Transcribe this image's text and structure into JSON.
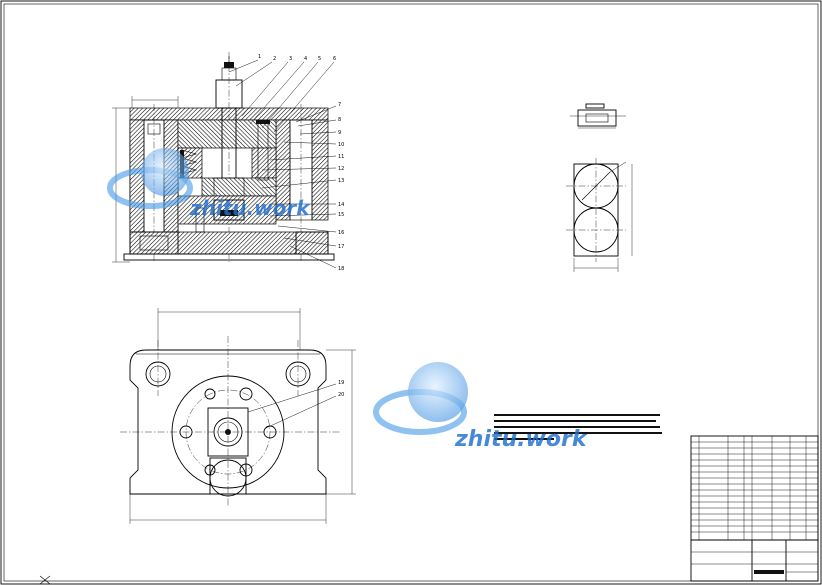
{
  "drawing": {
    "section_view": {
      "balloons": [
        "1",
        "2",
        "3",
        "4",
        "5",
        "6",
        "7",
        "8",
        "9",
        "10",
        "11",
        "12",
        "13",
        "14",
        "15",
        "16",
        "17",
        "18"
      ],
      "dimensions": [
        "",
        "",
        ""
      ]
    },
    "plan_view": {
      "balloons": [
        "19",
        "20"
      ],
      "hole_callouts": [
        "",
        "",
        ""
      ],
      "dimensions": [
        "",
        ""
      ]
    },
    "detail_views": {
      "titles": [
        "",
        ""
      ],
      "notes": [
        "",
        "",
        "",
        ""
      ]
    },
    "technical_requirements": {
      "heading": "",
      "lines": [
        "",
        "",
        "",
        ""
      ]
    }
  },
  "title_block": {
    "part_rows": [
      {
        "no": "",
        "name": "",
        "qty": "",
        "material": ""
      },
      {
        "no": "",
        "name": "",
        "qty": "",
        "material": ""
      },
      {
        "no": "",
        "name": "",
        "qty": "",
        "material": ""
      },
      {
        "no": "",
        "name": "",
        "qty": "",
        "material": ""
      },
      {
        "no": "",
        "name": "",
        "qty": "",
        "material": ""
      },
      {
        "no": "",
        "name": "",
        "qty": "",
        "material": ""
      }
    ],
    "drawing_name": "",
    "drawing_number": "",
    "scale": "",
    "sheet": ""
  },
  "watermark": {
    "cn": "",
    "en": "zhitu.work",
    "color": "#1f6fd0"
  },
  "colors": {
    "ink": "#000000",
    "paper": "#ffffff",
    "watermark": "#1f6fd0"
  }
}
